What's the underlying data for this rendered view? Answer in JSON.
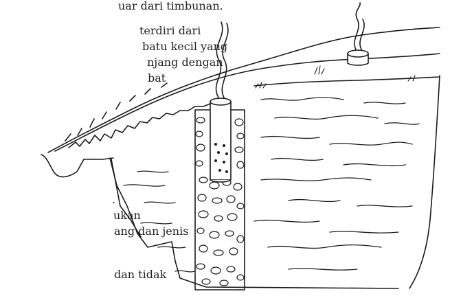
{
  "text_lines": [
    "uar dari timbunan.",
    "terdiri dari",
    "batu kecil yang",
    "njang dengan",
    "bat",
    ".",
    "ukan",
    "ang dan jenis",
    "dan tidak"
  ],
  "colors": {
    "ink": "#1a1a1a",
    "paper": "#ffffff",
    "text": "#222222"
  },
  "icons": {
    "well_pipe": "vent-pipe-icon",
    "second_pipe": "vent-pipe-icon",
    "smoke": "smoke-plume-icon"
  }
}
